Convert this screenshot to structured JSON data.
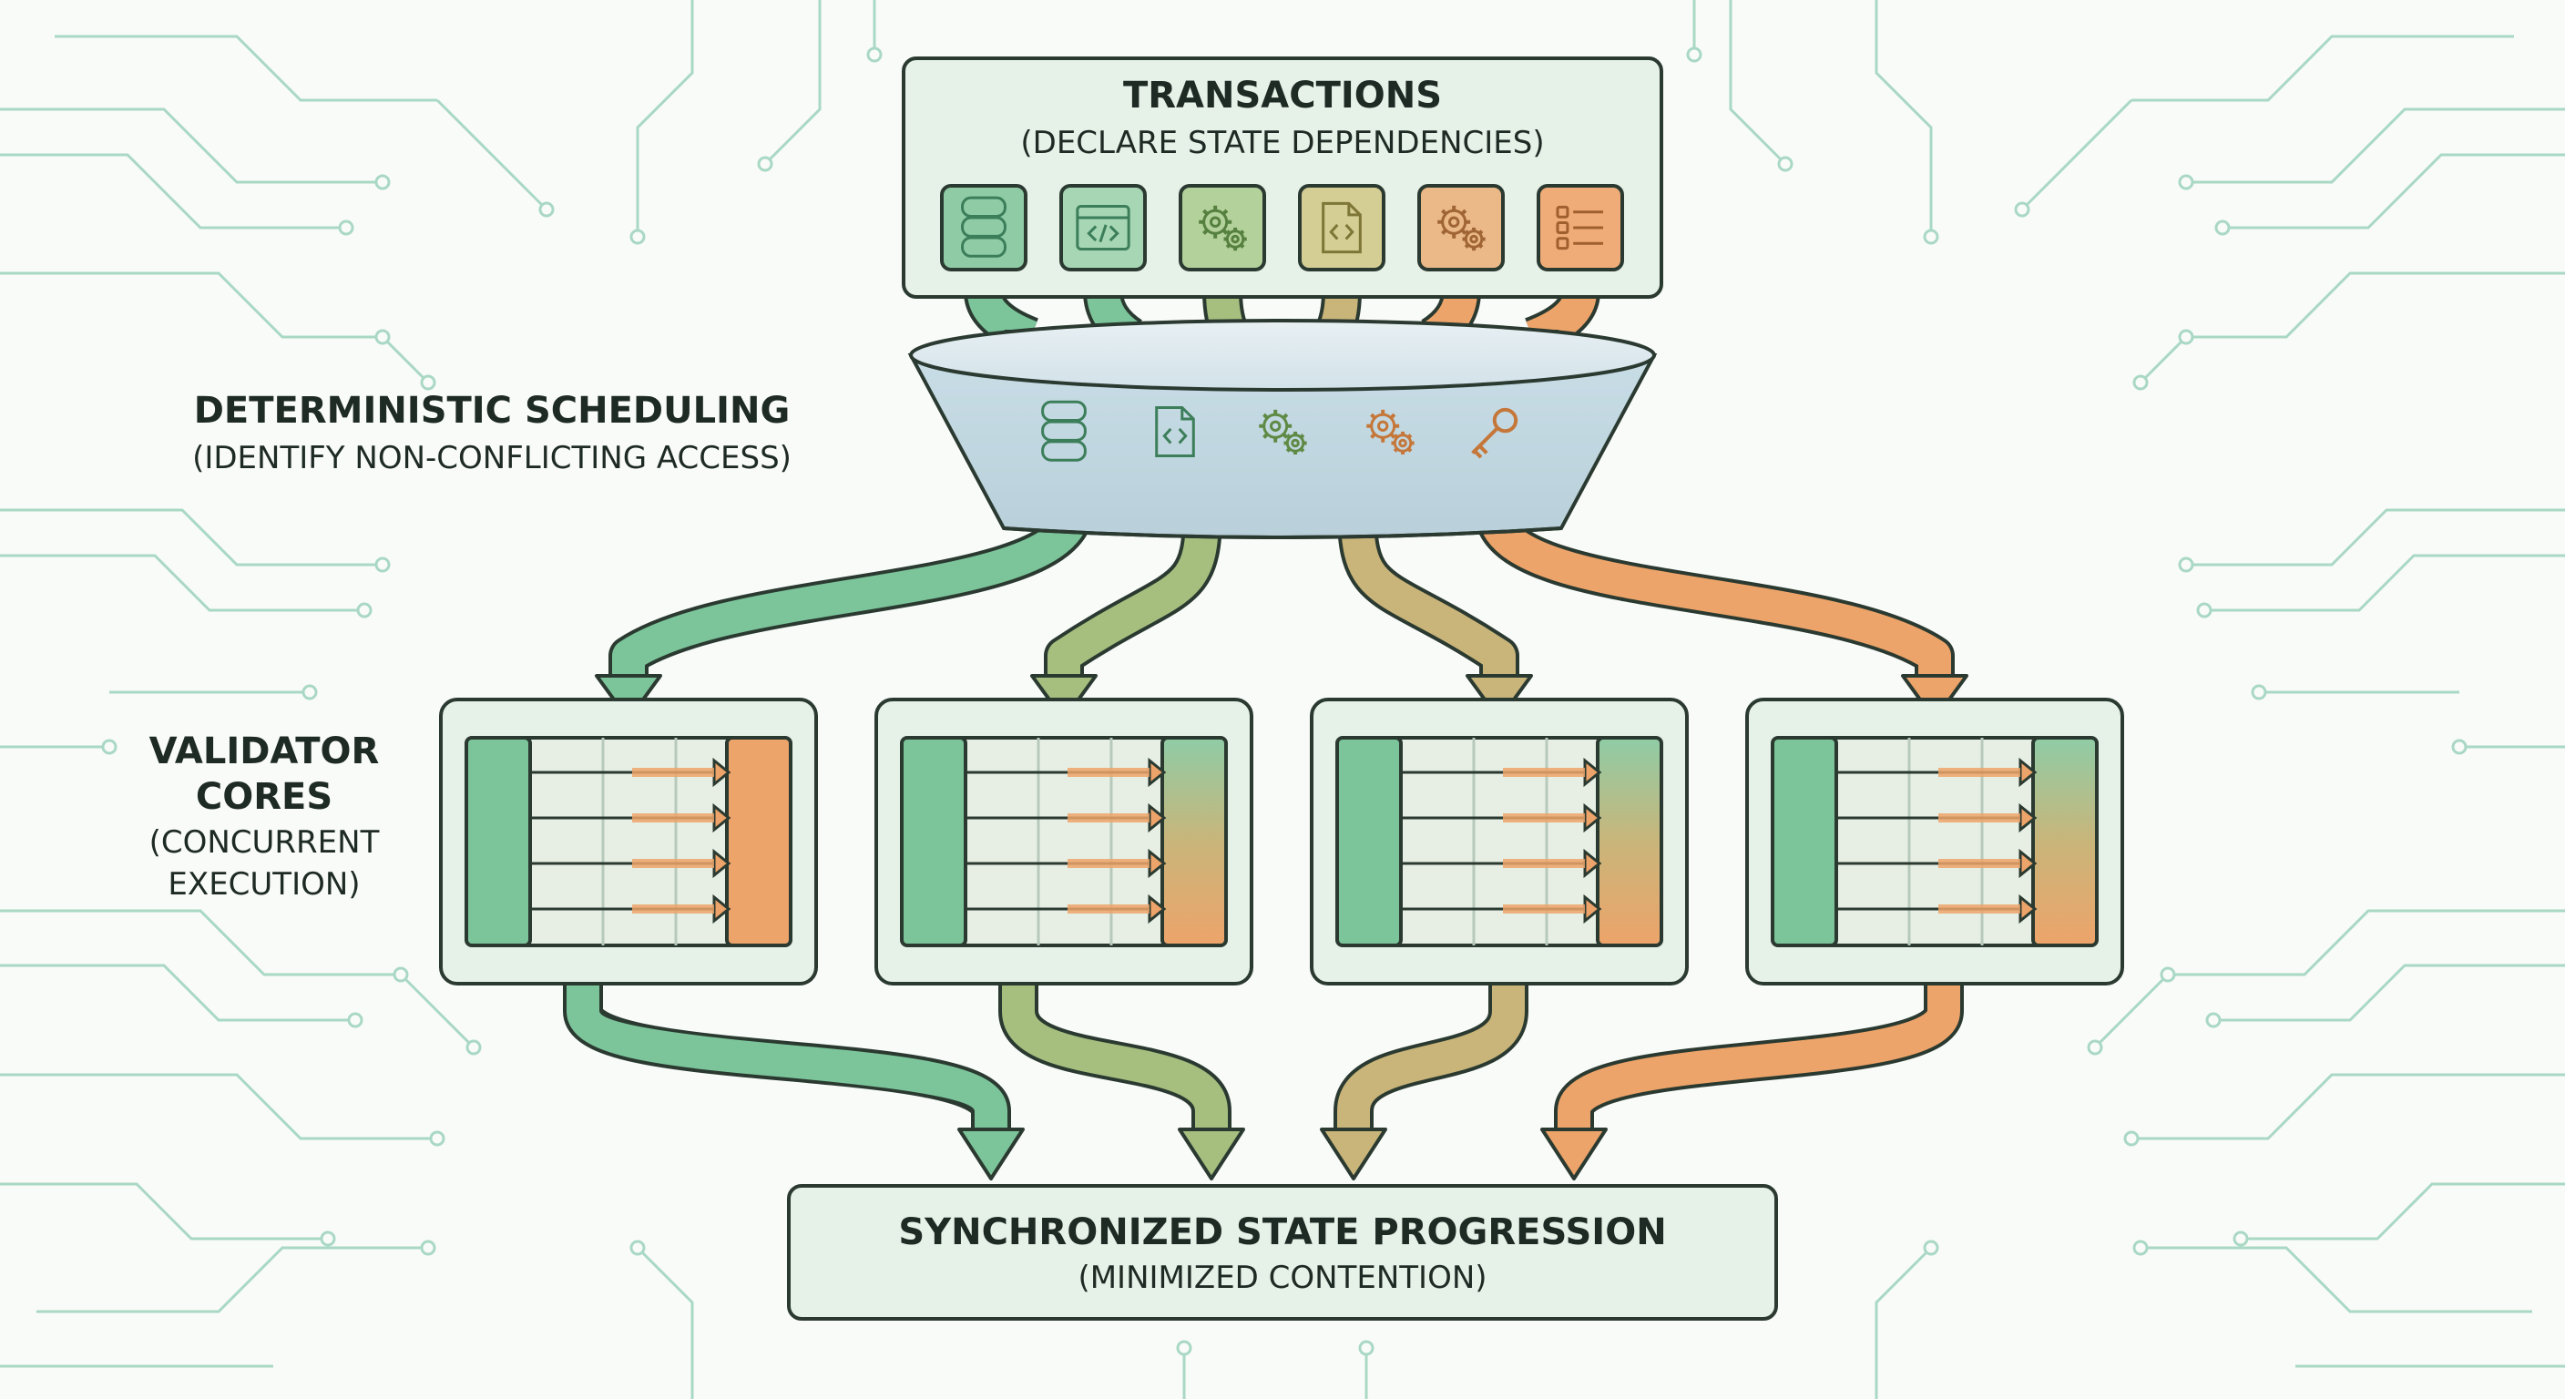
{
  "transactions": {
    "title": "TRANSACTIONS",
    "subtitle": "(DECLARE STATE DEPENDENCIES)",
    "icons": [
      {
        "name": "database-icon",
        "fill": "#8fcca6",
        "stroke": "#3c7e5a"
      },
      {
        "name": "code-window-icon",
        "fill": "#a6d6b4",
        "stroke": "#3c7e5a"
      },
      {
        "name": "gears-icon",
        "fill": "#b3d19a",
        "stroke": "#56803f"
      },
      {
        "name": "code-file-icon",
        "fill": "#d4cd94",
        "stroke": "#7d7636"
      },
      {
        "name": "gears-icon",
        "fill": "#ebb888",
        "stroke": "#a06534"
      },
      {
        "name": "list-icon",
        "fill": "#efac78",
        "stroke": "#a05f2e"
      }
    ]
  },
  "scheduler": {
    "title": "DETERMINISTIC SCHEDULING",
    "subtitle": "(IDENTIFY NON-CONFLICTING ACCESS)",
    "icons": [
      {
        "name": "database-icon",
        "stroke": "#3c7e5a"
      },
      {
        "name": "code-file-icon",
        "stroke": "#3c7e5a"
      },
      {
        "name": "gears-icon",
        "stroke": "#5f8a45"
      },
      {
        "name": "gears-icon",
        "stroke": "#c5773a"
      },
      {
        "name": "key-icon",
        "stroke": "#c5773a"
      }
    ]
  },
  "validator": {
    "title_lines": [
      "VALIDATOR",
      "CORES"
    ],
    "subtitle_lines": [
      "(CONCURRENT",
      "EXECUTION)"
    ],
    "cores": [
      {
        "name": "validator-core-1"
      },
      {
        "name": "validator-core-2"
      },
      {
        "name": "validator-core-3"
      },
      {
        "name": "validator-core-4"
      }
    ]
  },
  "state": {
    "title": "SYNCHRONIZED STATE PROGRESSION",
    "subtitle": "(MINIMIZED CONTENTION)"
  },
  "colors": {
    "green": "#7cc59a",
    "olive": "#a6bf7f",
    "tan": "#c9b57a",
    "orange": "#eda46a",
    "outline": "#2b3a31",
    "panel": "#e6f1e8",
    "panel_inner": "#d3e7d8",
    "circuit": "#a9d8c4"
  }
}
